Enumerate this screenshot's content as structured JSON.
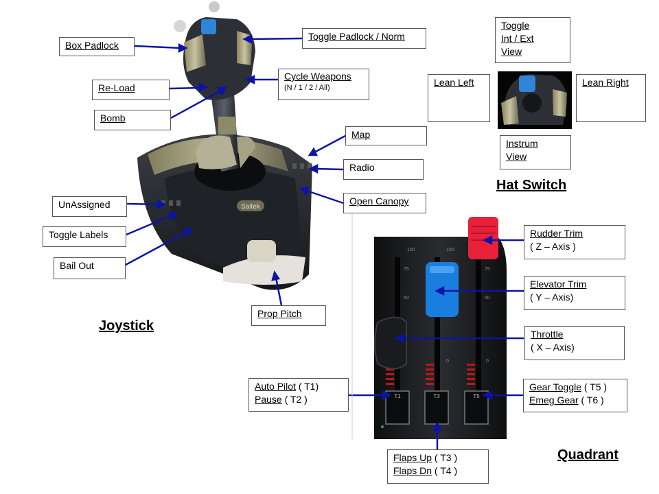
{
  "headings": {
    "joystick": "Joystick",
    "hat_switch": "Hat Switch",
    "quadrant": "Quadrant"
  },
  "joystick_labels": {
    "box_padlock": "Box Padlock",
    "toggle_padlock": "Toggle Padlock / Norm",
    "reload": "Re-Load",
    "cycle_weapons": "Cycle Weapons",
    "cycle_weapons_sub": "(N / 1 / 2 / All)",
    "bomb": "Bomb",
    "map": "Map",
    "radio": "Radio",
    "open_canopy": "Open Canopy",
    "unassigned": "UnAssigned",
    "toggle_labels": "Toggle Labels",
    "bail_out": "Bail Out",
    "prop_pitch": "Prop Pitch",
    "stick_brand": "Saitek"
  },
  "hat_labels": {
    "up_line1": "Toggle",
    "up_line2": "Int / Ext",
    "up_line3": "View",
    "left": "Lean Left",
    "right": "Lean Right",
    "down_line1": "Instrum",
    "down_line2": "View"
  },
  "quadrant_labels": {
    "rudder_trim": "Rudder Trim",
    "rudder_axis": "( Z – Axis )",
    "elevator_trim": "Elevator Trim",
    "elevator_axis": "( Y – Axis)",
    "throttle": "Throttle",
    "throttle_axis": "( X – Axis)",
    "auto_pilot": "Auto Pilot",
    "auto_pilot_key": " ( T1)",
    "pause": "Pause",
    "pause_key": " ( T2 )",
    "gear_toggle": "Gear Toggle",
    "gear_toggle_key": " ( T5 )",
    "emeg_gear": "Emeg Gear",
    "emeg_gear_key": " ( T6 )",
    "flaps_up": "Flaps Up",
    "flaps_up_key": " ( T3 )",
    "flaps_dn": "Flaps Dn",
    "flaps_dn_key": " ( T4 )",
    "scale_top": "100",
    "scale_75": "75",
    "scale_50": "50",
    "scale_0": "0",
    "btn_t1": "T1",
    "btn_t3": "T3",
    "btn_t5": "T5"
  },
  "colors": {
    "arrow_blue": "#0a14a8",
    "lever_red": "#e8203a",
    "lever_blue": "#1a7ee0"
  }
}
